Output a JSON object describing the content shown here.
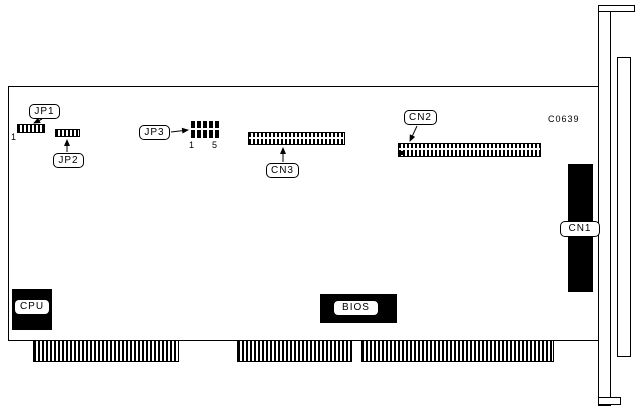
{
  "part_number": "C0639",
  "labels": {
    "jp1": "JP1",
    "jp2": "JP2",
    "jp3": "JP3",
    "cn1": "CN1",
    "cn2": "CN2",
    "cn3": "CN3",
    "cpu": "CPU",
    "bios": "BIOS"
  },
  "pin_markers": {
    "jp1_pin1": "1",
    "jp3_pin1": "1",
    "jp3_pin5": "5"
  }
}
